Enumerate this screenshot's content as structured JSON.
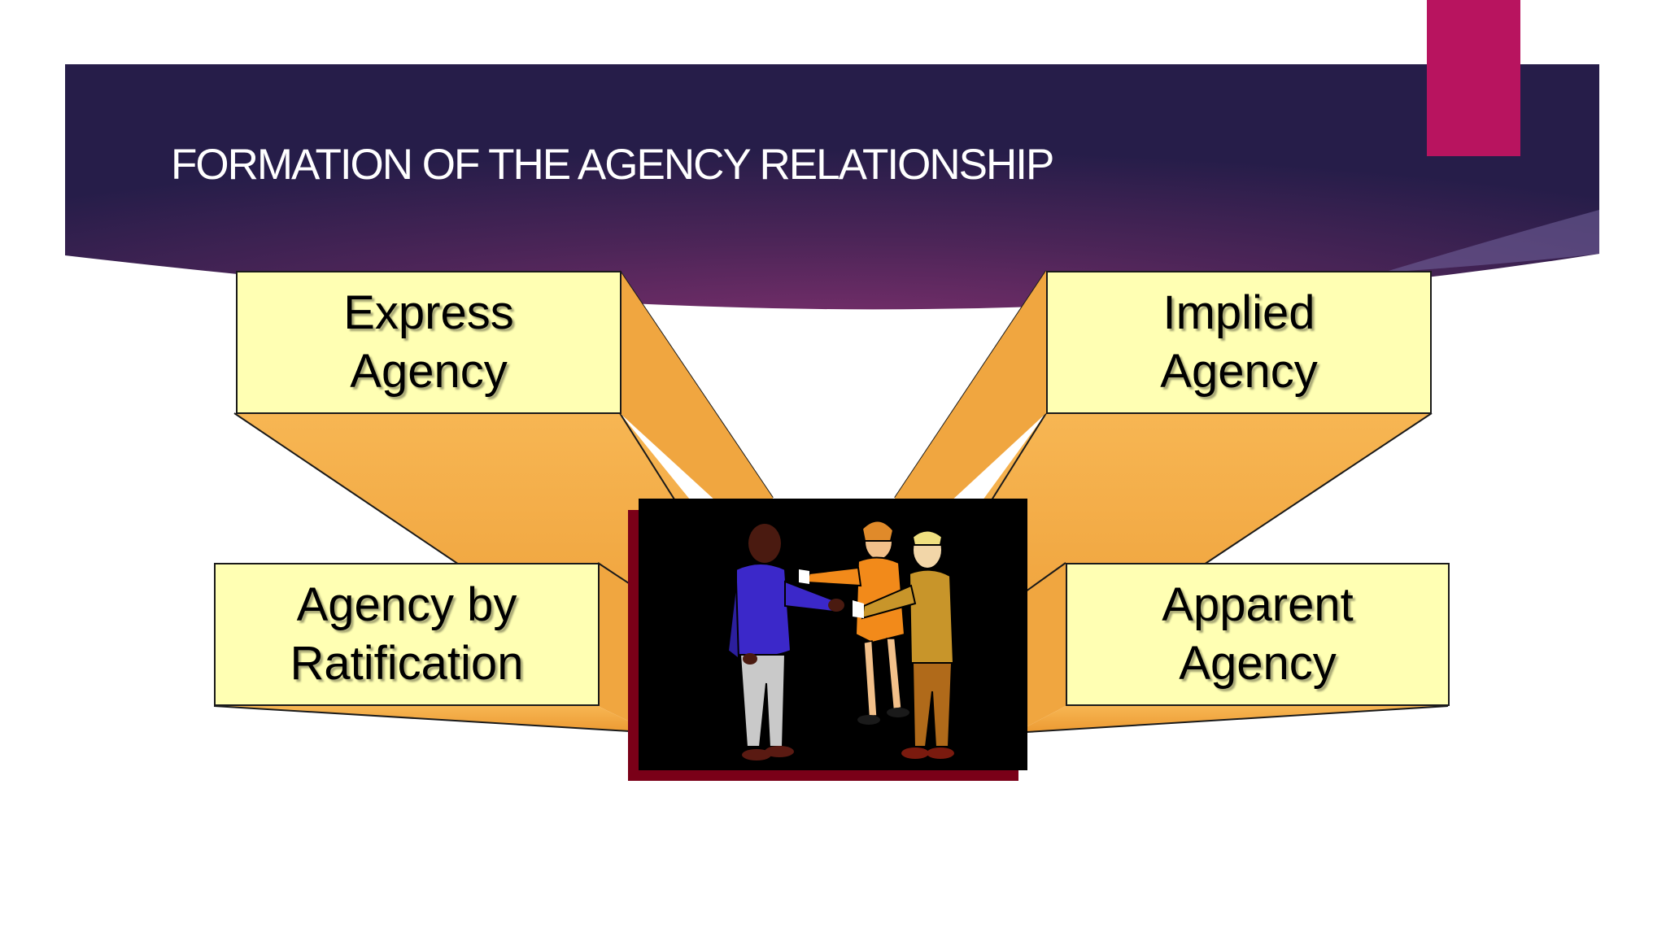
{
  "slide": {
    "title": "FORMATION OF THE AGENCY RELATIONSHIP",
    "colors": {
      "header_dark": "#2a1f4e",
      "header_mid": "#6b2d6a",
      "accent_tab": "#b8145f",
      "box_fill": "#ffffb3",
      "connector_fill": "#f3aa45",
      "picture_frame": "#7a0018"
    }
  },
  "boxes": {
    "express": {
      "line1": "Express",
      "line2": "Agency"
    },
    "implied": {
      "line1": "Implied",
      "line2": "Agency"
    },
    "ratification": {
      "line1": "Agency by",
      "line2": "Ratification"
    },
    "apparent": {
      "line1": "Apparent",
      "line2": "Agency"
    }
  },
  "center_image": {
    "icon": "people-handshake-icon"
  }
}
